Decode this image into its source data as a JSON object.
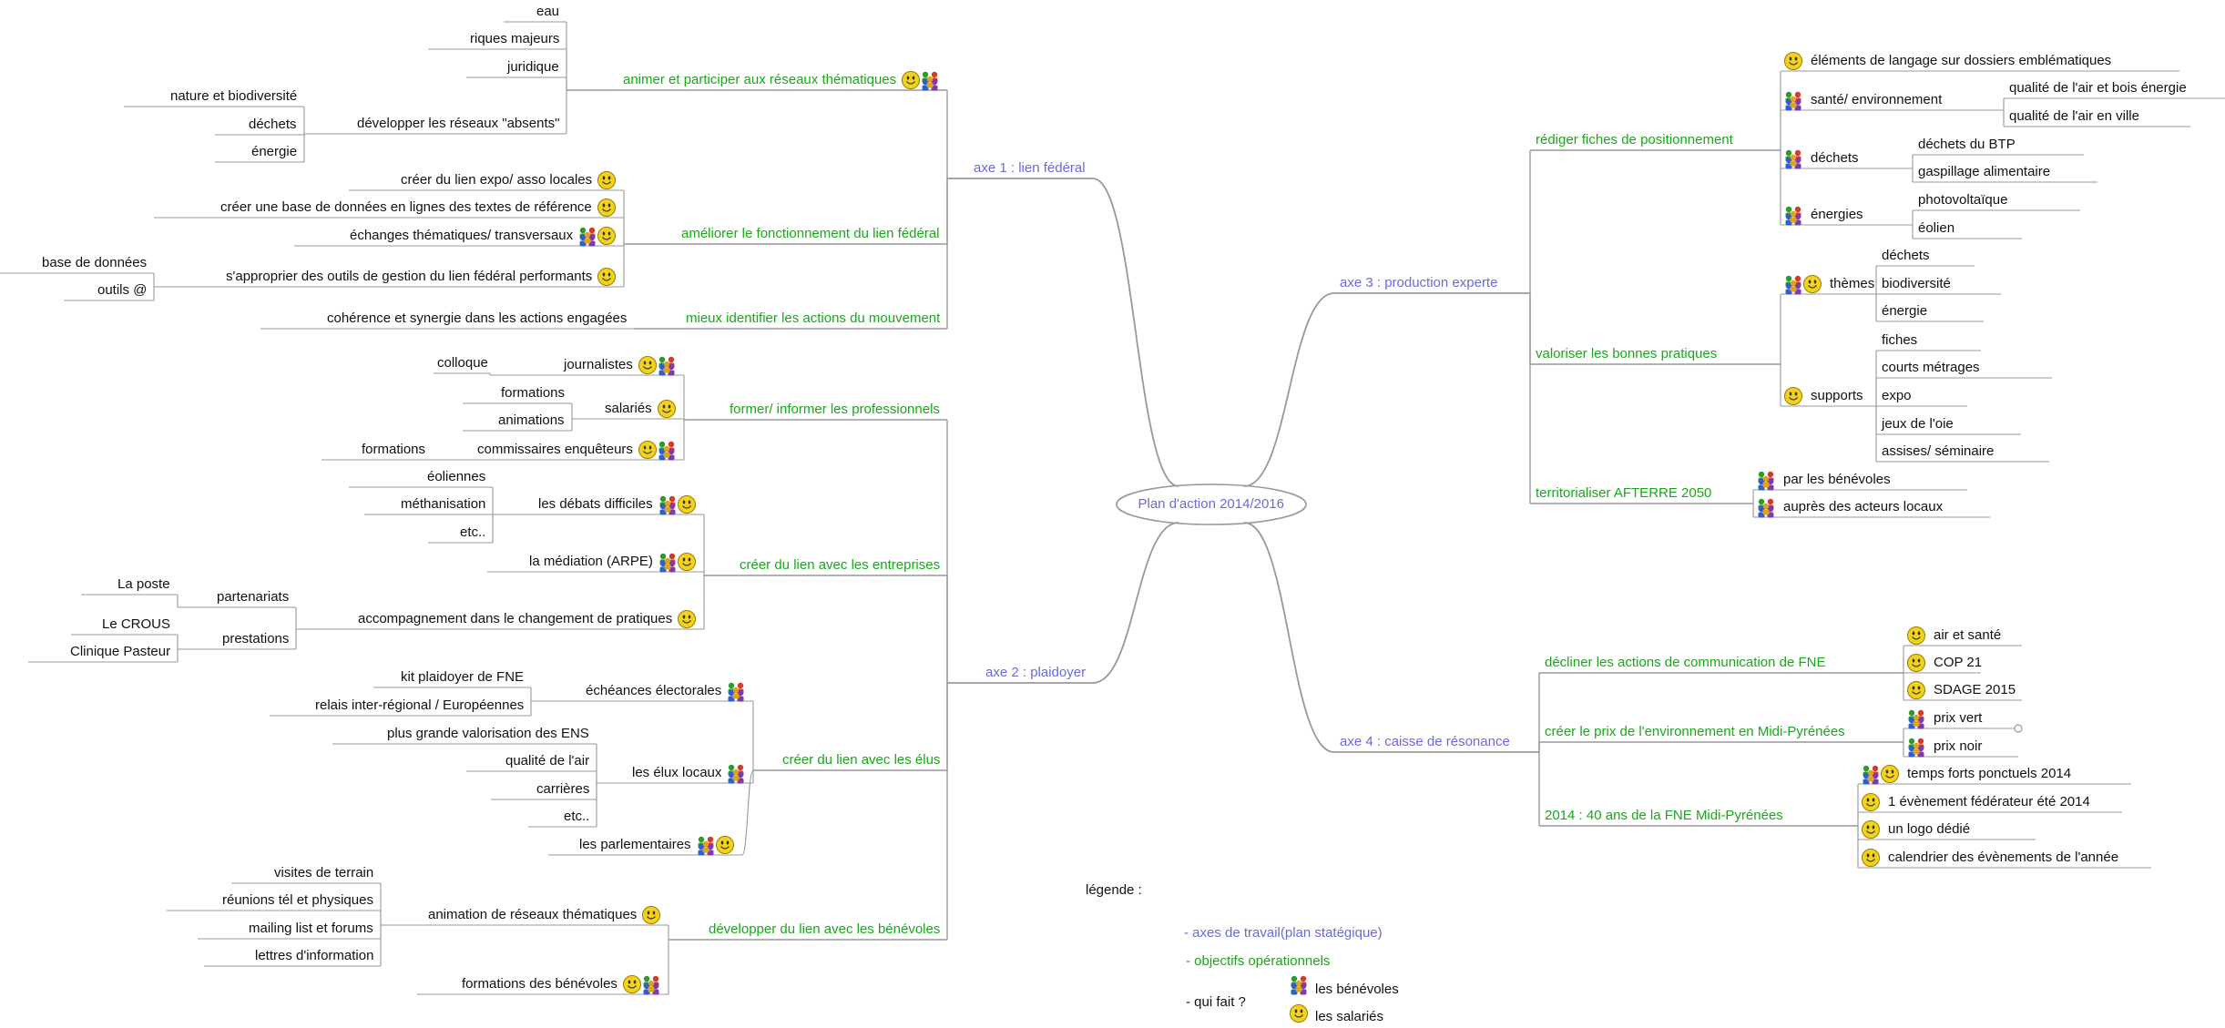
{
  "nodes": {
    "root": "Plan d'action 2014/2016",
    "a1": "axe 1 : lien fédéral",
    "a1o1": "animer et participer aux réseaux thématiques",
    "eau": "eau",
    "riques": "riques majeurs",
    "juridique": "juridique",
    "absents": "développer les réseaux \"absents\"",
    "nature": "nature et biodiversité",
    "dechets1": "déchets",
    "energie1": "énergie",
    "a1o2": "améliorer le fonctionnement du lien fédéral",
    "expo": "créer du lien expo/ asso locales",
    "bdd": "créer une base de données en lignes des textes de référence",
    "echanges": "échanges thématiques/ transversaux",
    "outils": "s'approprier des outils de gestion du lien fédéral performants",
    "basedonnees": "base de données",
    "outilsat": "outils @",
    "a1o3": "mieux identifier les actions du mouvement",
    "coherence": "cohérence et synergie dans les actions engagées",
    "a2": "axe 2 : plaidoyer",
    "a2o1": "former/ informer les professionnels",
    "journalistes": "journalistes",
    "colloque": "colloque",
    "salaries": "salariés",
    "formations1": "formations",
    "animations": "animations",
    "commissaires": "commissaires enquêteurs",
    "formations2": "formations",
    "a2o2": "créer du lien avec les entreprises",
    "debats": "les débats difficiles",
    "eoliennes": "éoliennes",
    "methanisation": "méthanisation",
    "etc1": "etc..",
    "mediation": "la médiation (ARPE)",
    "accompagnement": "accompagnement dans le changement de pratiques",
    "partenariats": "partenariats",
    "laposte": "La poste",
    "prestations": "prestations",
    "crous": "Le CROUS",
    "pasteur": "Clinique Pasteur",
    "a2o3": "créer du lien avec les élus",
    "echeances": "échéances électorales",
    "kit": "kit plaidoyer de FNE",
    "relais": "relais inter-régional / Européennes",
    "elus": "les élux locaux",
    "ens": "plus grande valorisation des ENS",
    "air": "qualité de l'air",
    "carrieres": "carrières",
    "etc2": "etc..",
    "parlementaires": "les parlementaires",
    "a2o4": "développer du lien avec les bénévoles",
    "animreseaux": "animation de réseaux thématiques",
    "visites": "visites de terrain",
    "reunions": "réunions tél et physiques",
    "mailing": "mailing list et forums",
    "lettres": "lettres d'information",
    "formben": "formations des bénévoles",
    "a3": "axe 3 : production experte",
    "a3o1": "rédiger fiches de positionnement",
    "langage": "éléments de langage sur dossiers emblématiques",
    "sante": "santé/ environnement",
    "airbois": "qualité de l'air et bois énergie",
    "airville": "qualité de l'air en ville",
    "dechets2": "déchets",
    "btp": "déchets du BTP",
    "gaspillage": "gaspillage alimentaire",
    "energies": "énergies",
    "photo": "photovoltaïque",
    "eolien": "éolien",
    "a3o2": "valoriser les bonnes pratiques",
    "themes": "thèmes",
    "dechets3": "déchets",
    "biodiversite": "biodiversité",
    "energie2": "énergie",
    "supports": "supports",
    "fiches": "fiches",
    "courts": "courts métrages",
    "expo2": "expo",
    "jeux": "jeux de l'oie",
    "assises": "assises/ séminaire",
    "a3o3": "territorialiser AFTERRE 2050",
    "parben": "par les bénévoles",
    "acteurs": "auprès des acteurs locaux",
    "a4": "axe 4 : caisse de résonance",
    "a4o1": "décliner les actions de communication de FNE",
    "airsante": "air et santé",
    "cop": "COP 21",
    "sdage": "SDAGE 2015",
    "a4o2": "créer le prix de l'environnement en Midi-Pyrénées",
    "prixvert": "prix vert",
    "prixnoir": "prix noir",
    "a4o3": "2014 : 40 ans de la FNE Midi-Pyrénées",
    "temps": "temps forts ponctuels 2014",
    "evenement": "1 évènement fédérateur été 2014",
    "logo": "un logo dédié",
    "calendrier": "calendrier des évènements de l'année"
  },
  "legend": {
    "title": "légende :",
    "axes": "- axes de travail(plan statégique)",
    "objectifs": "- objectifs opérationnels",
    "quifait": "- qui fait ?",
    "benevoles": "les bénévoles",
    "salaries": "les salariés"
  },
  "colors": {
    "axe": "#6b6bd8",
    "objectif": "#1aa81a",
    "text": "#111111",
    "line": "#999999",
    "smiley": "#f2d21a"
  },
  "icons": {
    "salarie": "smiley-icon",
    "benevoles": "people-group-icon"
  }
}
